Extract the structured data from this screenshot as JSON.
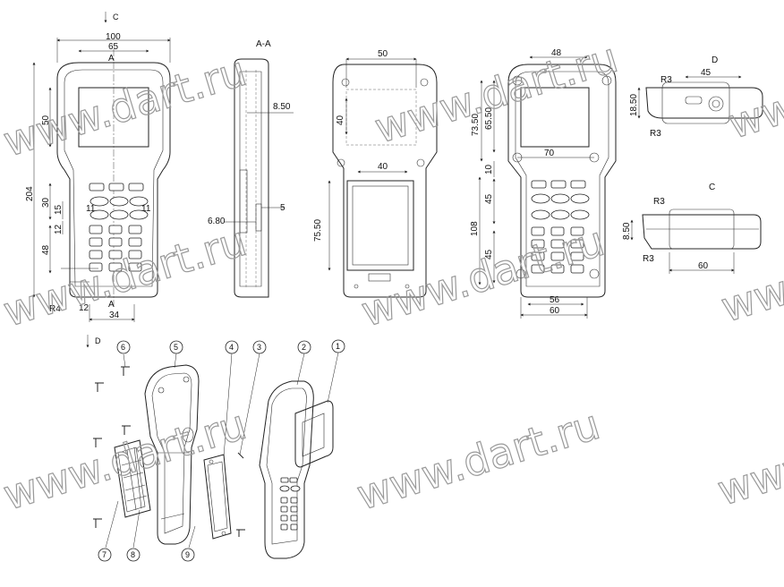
{
  "watermark": {
    "text": "www.dart.ru"
  },
  "views": {
    "front": {
      "dims": {
        "w100": "100",
        "w65": "65",
        "h204": "204",
        "h50": "50",
        "h30": "30",
        "h15": "15",
        "h12": "12",
        "h48": "48",
        "r4": "R4",
        "d12": "12",
        "w34": "34",
        "b11a": "11",
        "b11b": "11"
      },
      "section_mark": "A",
      "section_mark_bottom": "A",
      "view_arrow": "C"
    },
    "section": {
      "title": "A-A",
      "dims": {
        "t850": "8.50",
        "t680": "6.80",
        "t5": "5"
      }
    },
    "back": {
      "dims": {
        "w50": "50",
        "h40": "40",
        "w40": "40",
        "h7550": "75.50"
      }
    },
    "front_detail": {
      "dims": {
        "w48": "48",
        "h7350": "73.50",
        "h6550": "65.50",
        "w70": "70",
        "d10": "10",
        "h45a": "45",
        "h108": "108",
        "h45b": "45",
        "w56": "56",
        "w60": "60"
      }
    },
    "detail_d": {
      "title": "D",
      "dims": {
        "r3a": "R3",
        "w45": "45",
        "h1850": "18.50",
        "r3b": "R3"
      }
    },
    "detail_c": {
      "title": "C",
      "dims": {
        "r3a": "R3",
        "h850": "8.50",
        "r3b": "R3",
        "w60": "60"
      }
    }
  },
  "exploded": {
    "view_arrow": "D",
    "balloons": [
      "1",
      "2",
      "3",
      "4",
      "5",
      "6",
      "7",
      "8",
      "9"
    ]
  }
}
